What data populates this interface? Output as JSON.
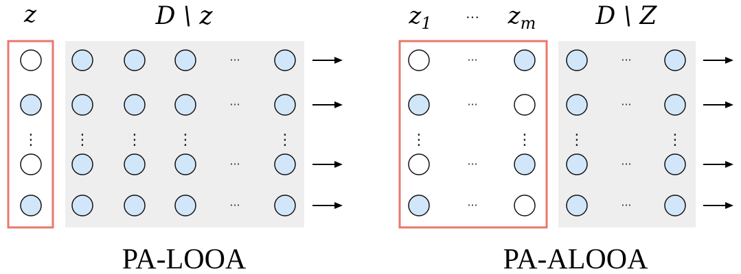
{
  "colors": {
    "highlight_border": "#e8776c",
    "panel_bg": "#eeeeee",
    "filled_node": "#d2e6fa",
    "empty_node": "#ffffff",
    "node_stroke": "#111111",
    "arrow": "#000000"
  },
  "icons": {
    "arrow": "right-arrow-icon",
    "node": "circle-node-icon"
  },
  "left": {
    "title": "PA-LOOA",
    "col_label_z": "z",
    "col_label_rest": "D \\ z",
    "z_column": [
      "empty",
      "filled",
      "dots",
      "empty",
      "filled"
    ]
  },
  "right": {
    "title": "PA-ALOOA",
    "label_z1": "z",
    "label_z1_sub": "1",
    "label_dots": "···",
    "label_zm": "z",
    "label_zm_sub": "m",
    "col_label_rest": "D \\ Z",
    "z1_column": [
      "empty",
      "filled",
      "dots",
      "empty",
      "filled"
    ],
    "zm_column": [
      "filled",
      "empty",
      "dots",
      "filled",
      "empty"
    ]
  },
  "symbols": {
    "hdots": "···",
    "vdots": "⋮"
  }
}
